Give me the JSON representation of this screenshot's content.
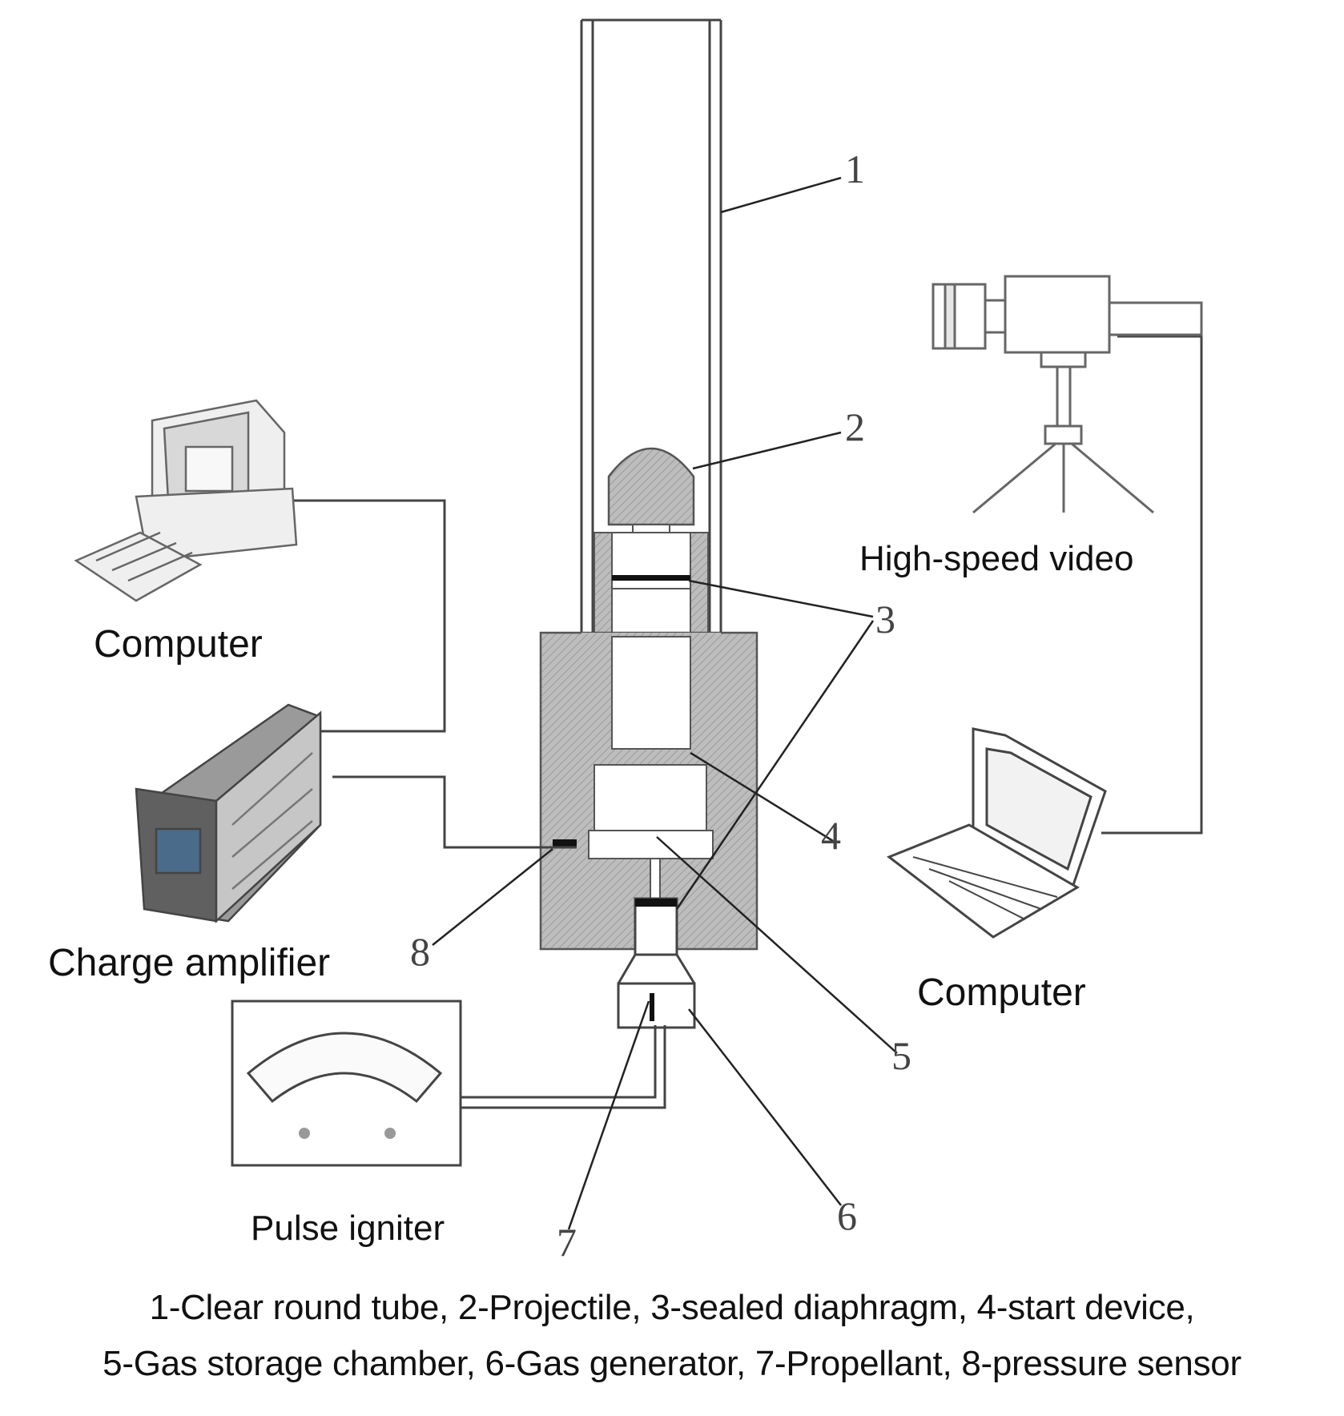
{
  "labels": {
    "computer_top": "Computer",
    "charge_amplifier": "Charge amplifier",
    "high_speed_video": "High-speed video",
    "computer_right": "Computer",
    "pulse_igniter": "Pulse igniter"
  },
  "numbers": {
    "n1": "1",
    "n2": "2",
    "n3": "3",
    "n4": "4",
    "n5": "5",
    "n6": "6",
    "n7": "7",
    "n8": "8"
  },
  "caption": {
    "line1": "1-Clear round tube, 2-Projectile, 3-sealed diaphragm, 4-start device,",
    "line2": "5-Gas storage chamber, 6-Gas generator, 7-Propellant, 8-pressure sensor"
  }
}
